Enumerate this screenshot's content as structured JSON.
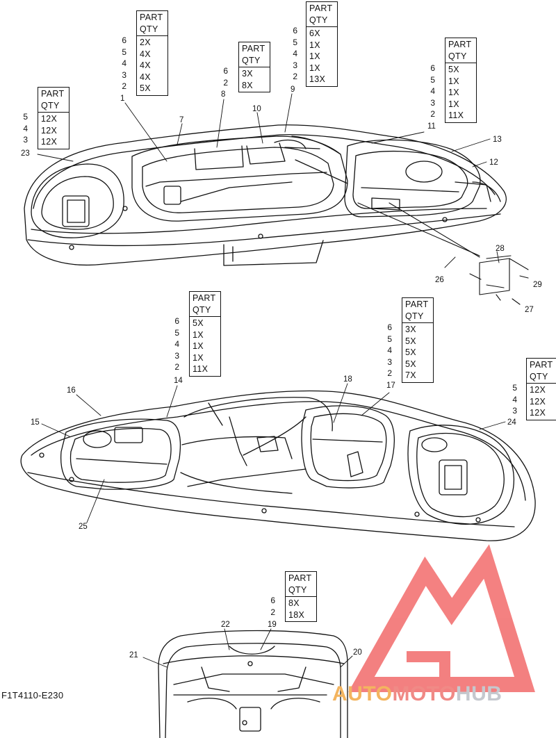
{
  "header_label": "PART\nQTY",
  "qty_tables": [
    {
      "id": "t1",
      "head": [
        "PART",
        "QTY"
      ],
      "parts": [
        "6",
        "5",
        "4",
        "3",
        "2"
      ],
      "qtys": [
        "2X",
        "4X",
        "4X",
        "4X",
        "5X"
      ]
    },
    {
      "id": "t2",
      "head": [
        "PART",
        "QTY"
      ],
      "parts": [
        "6",
        "2"
      ],
      "qtys": [
        "3X",
        "8X"
      ]
    },
    {
      "id": "t3",
      "head": [
        "PART",
        "QTY"
      ],
      "parts": [
        "6",
        "5",
        "4",
        "3",
        "2"
      ],
      "qtys": [
        "6X",
        "1X",
        "1X",
        "1X",
        "13X"
      ]
    },
    {
      "id": "t4",
      "head": [
        "PART",
        "QTY"
      ],
      "parts": [
        "6",
        "5",
        "4",
        "3",
        "2"
      ],
      "qtys": [
        "5X",
        "1X",
        "1X",
        "1X",
        "11X"
      ]
    },
    {
      "id": "t5",
      "head": [
        "PART",
        "QTY"
      ],
      "parts": [
        "5",
        "4",
        "3"
      ],
      "qtys": [
        "12X",
        "12X",
        "12X"
      ]
    },
    {
      "id": "t6",
      "head": [
        "PART",
        "QTY"
      ],
      "parts": [
        "6",
        "5",
        "4",
        "3",
        "2"
      ],
      "qtys": [
        "5X",
        "1X",
        "1X",
        "1X",
        "11X"
      ]
    },
    {
      "id": "t7",
      "head": [
        "PART",
        "QTY"
      ],
      "parts": [
        "6",
        "5",
        "4",
        "3",
        "2"
      ],
      "qtys": [
        "3X",
        "5X",
        "5X",
        "5X",
        "7X"
      ]
    },
    {
      "id": "t8",
      "head": [
        "PART",
        "QTY"
      ],
      "parts": [
        "5",
        "4",
        "3"
      ],
      "qtys": [
        "12X",
        "12X",
        "12X"
      ]
    },
    {
      "id": "t9",
      "head": [
        "PART",
        "QTY"
      ],
      "parts": [
        "6",
        "2"
      ],
      "qtys": [
        "8X",
        "18X"
      ]
    }
  ],
  "callouts": {
    "c1": "1",
    "c7": "7",
    "c8": "8",
    "c9": "9",
    "c10": "10",
    "c11": "11",
    "c12": "12",
    "c13": "13",
    "c23": "23",
    "c26": "26",
    "c27": "27",
    "c28": "28",
    "c29": "29",
    "c14": "14",
    "c15": "15",
    "c16": "16",
    "c17": "17",
    "c18": "18",
    "c24": "24",
    "c25": "25",
    "c19": "19",
    "c20": "20",
    "c21": "21",
    "c22": "22"
  },
  "diagram_code": "F1T4110-E230",
  "watermark": {
    "part1": "AUTO",
    "part2": "MOTO",
    "part3": "HUB"
  },
  "colors": {
    "line": "#111111",
    "watermark_red": "#f26b6b",
    "watermark_orange": "#f3b45f",
    "watermark_gray": "#c5c8ce"
  }
}
